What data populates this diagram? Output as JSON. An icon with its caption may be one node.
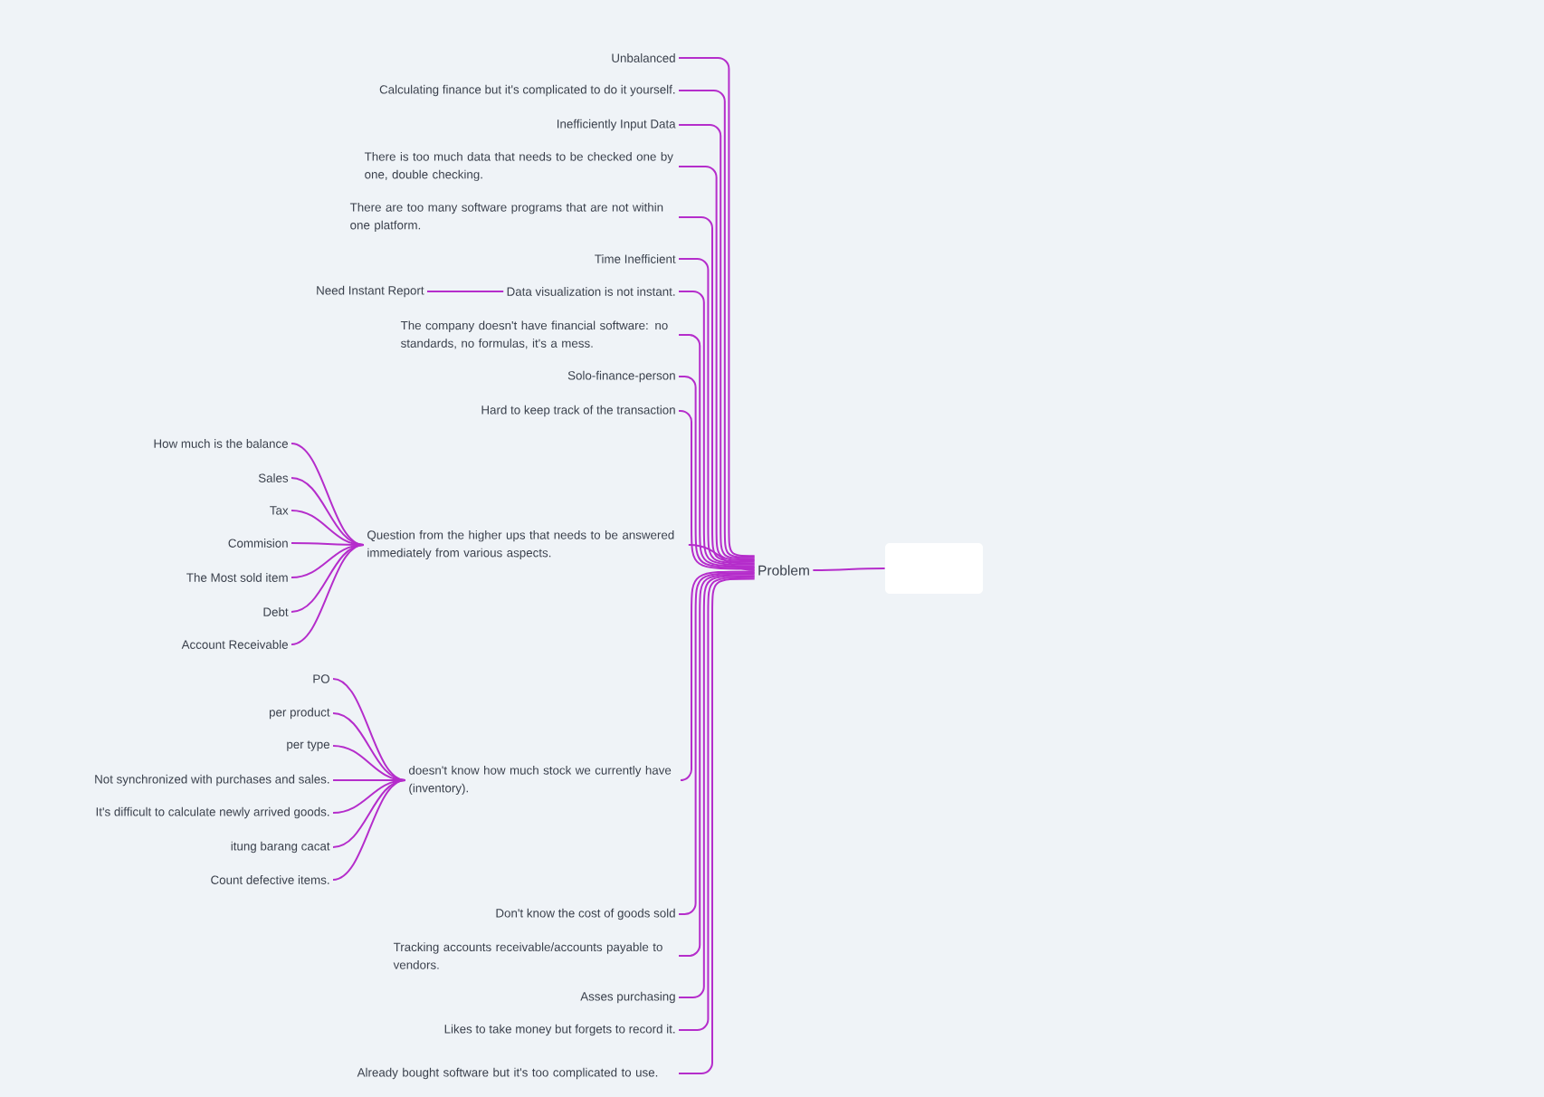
{
  "diagram": {
    "nodes": [
      {
        "text": [],
        "shape": "box"
      },
      {
        "text": [
          "Problem"
        ]
      },
      {
        "text": [
          "Unbalanced"
        ]
      },
      {
        "text": [
          "Calculating finance but it's complicated to do it yourself."
        ]
      },
      {
        "text": [
          "Inefficiently Input Data"
        ]
      },
      {
        "text": [
          "There is too much data that needs to be checked one by one, double checking."
        ]
      },
      {
        "text": [
          "There are too many software programs that are not within one platform."
        ]
      },
      {
        "text": [
          "Time Inefficient"
        ]
      },
      {
        "text": [
          "Data visualization is not instant."
        ]
      },
      {
        "text": [
          "Need Instant Report"
        ]
      },
      {
        "text": [
          "The company doesn't have financial software: no standards, no formulas, it's a mess."
        ]
      },
      {
        "text": [
          "Solo-finance-person"
        ]
      },
      {
        "text": [
          "Hard to keep track of the transaction"
        ]
      },
      {
        "text": [
          "Question from the higher ups that needs to be answered immediately from various aspects."
        ]
      },
      {
        "text": [
          "How much is the balance"
        ]
      },
      {
        "text": [
          "Sales"
        ]
      },
      {
        "text": [
          "Tax"
        ]
      },
      {
        "text": [
          "Commision"
        ]
      },
      {
        "text": [
          "The Most sold item"
        ]
      },
      {
        "text": [
          "Debt"
        ]
      },
      {
        "text": [
          "Account Receivable"
        ]
      },
      {
        "text": [
          "doesn't know how much stock we currently have (inventory)."
        ]
      },
      {
        "text": [
          "PO"
        ]
      },
      {
        "text": [
          "per product"
        ]
      },
      {
        "text": [
          "per type"
        ]
      },
      {
        "text": [
          "Not synchronized with purchases and sales."
        ]
      },
      {
        "text": [
          "It's difficult to calculate newly arrived goods."
        ]
      },
      {
        "text": [
          "itung barang cacat"
        ]
      },
      {
        "text": [
          "Count defective items."
        ]
      },
      {
        "text": [
          "Don't know the cost of goods sold"
        ]
      },
      {
        "text": [
          "Tracking accounts receivable/accounts payable to vendors."
        ]
      },
      {
        "text": [
          "Asses purchasing"
        ]
      },
      {
        "text": [
          "Likes to take money but forgets to record it."
        ]
      },
      {
        "text": [
          "Already bought software but it's too complicated to use."
        ]
      }
    ],
    "edges": [
      {
        "from": 0,
        "to": 1,
        "arrow": "none"
      },
      {
        "from": 1,
        "to": 2,
        "arrow": "none"
      },
      {
        "from": 1,
        "to": 3,
        "arrow": "none"
      },
      {
        "from": 1,
        "to": 4,
        "arrow": "none"
      },
      {
        "from": 1,
        "to": 5,
        "arrow": "none"
      },
      {
        "from": 1,
        "to": 6,
        "arrow": "none"
      },
      {
        "from": 1,
        "to": 7,
        "arrow": "none"
      },
      {
        "from": 1,
        "to": 8,
        "arrow": "none"
      },
      {
        "from": 8,
        "to": 9,
        "arrow": "none"
      },
      {
        "from": 1,
        "to": 10,
        "arrow": "none"
      },
      {
        "from": 1,
        "to": 11,
        "arrow": "none"
      },
      {
        "from": 1,
        "to": 12,
        "arrow": "none"
      },
      {
        "from": 1,
        "to": 13,
        "arrow": "none"
      },
      {
        "from": 13,
        "to": 14,
        "arrow": "none"
      },
      {
        "from": 13,
        "to": 15,
        "arrow": "none"
      },
      {
        "from": 13,
        "to": 16,
        "arrow": "none"
      },
      {
        "from": 13,
        "to": 17,
        "arrow": "none"
      },
      {
        "from": 13,
        "to": 18,
        "arrow": "none"
      },
      {
        "from": 13,
        "to": 19,
        "arrow": "none"
      },
      {
        "from": 13,
        "to": 20,
        "arrow": "none"
      },
      {
        "from": 1,
        "to": 21,
        "arrow": "none"
      },
      {
        "from": 21,
        "to": 22,
        "arrow": "none"
      },
      {
        "from": 21,
        "to": 23,
        "arrow": "none"
      },
      {
        "from": 21,
        "to": 24,
        "arrow": "none"
      },
      {
        "from": 21,
        "to": 25,
        "arrow": "none"
      },
      {
        "from": 21,
        "to": 26,
        "arrow": "none"
      },
      {
        "from": 21,
        "to": 27,
        "arrow": "none"
      },
      {
        "from": 21,
        "to": 28,
        "arrow": "none"
      },
      {
        "from": 1,
        "to": 29,
        "arrow": "none"
      },
      {
        "from": 1,
        "to": 30,
        "arrow": "none"
      },
      {
        "from": 1,
        "to": 31,
        "arrow": "none"
      },
      {
        "from": 1,
        "to": 32,
        "arrow": "none"
      },
      {
        "from": 1,
        "to": 33,
        "arrow": "none"
      }
    ]
  }
}
